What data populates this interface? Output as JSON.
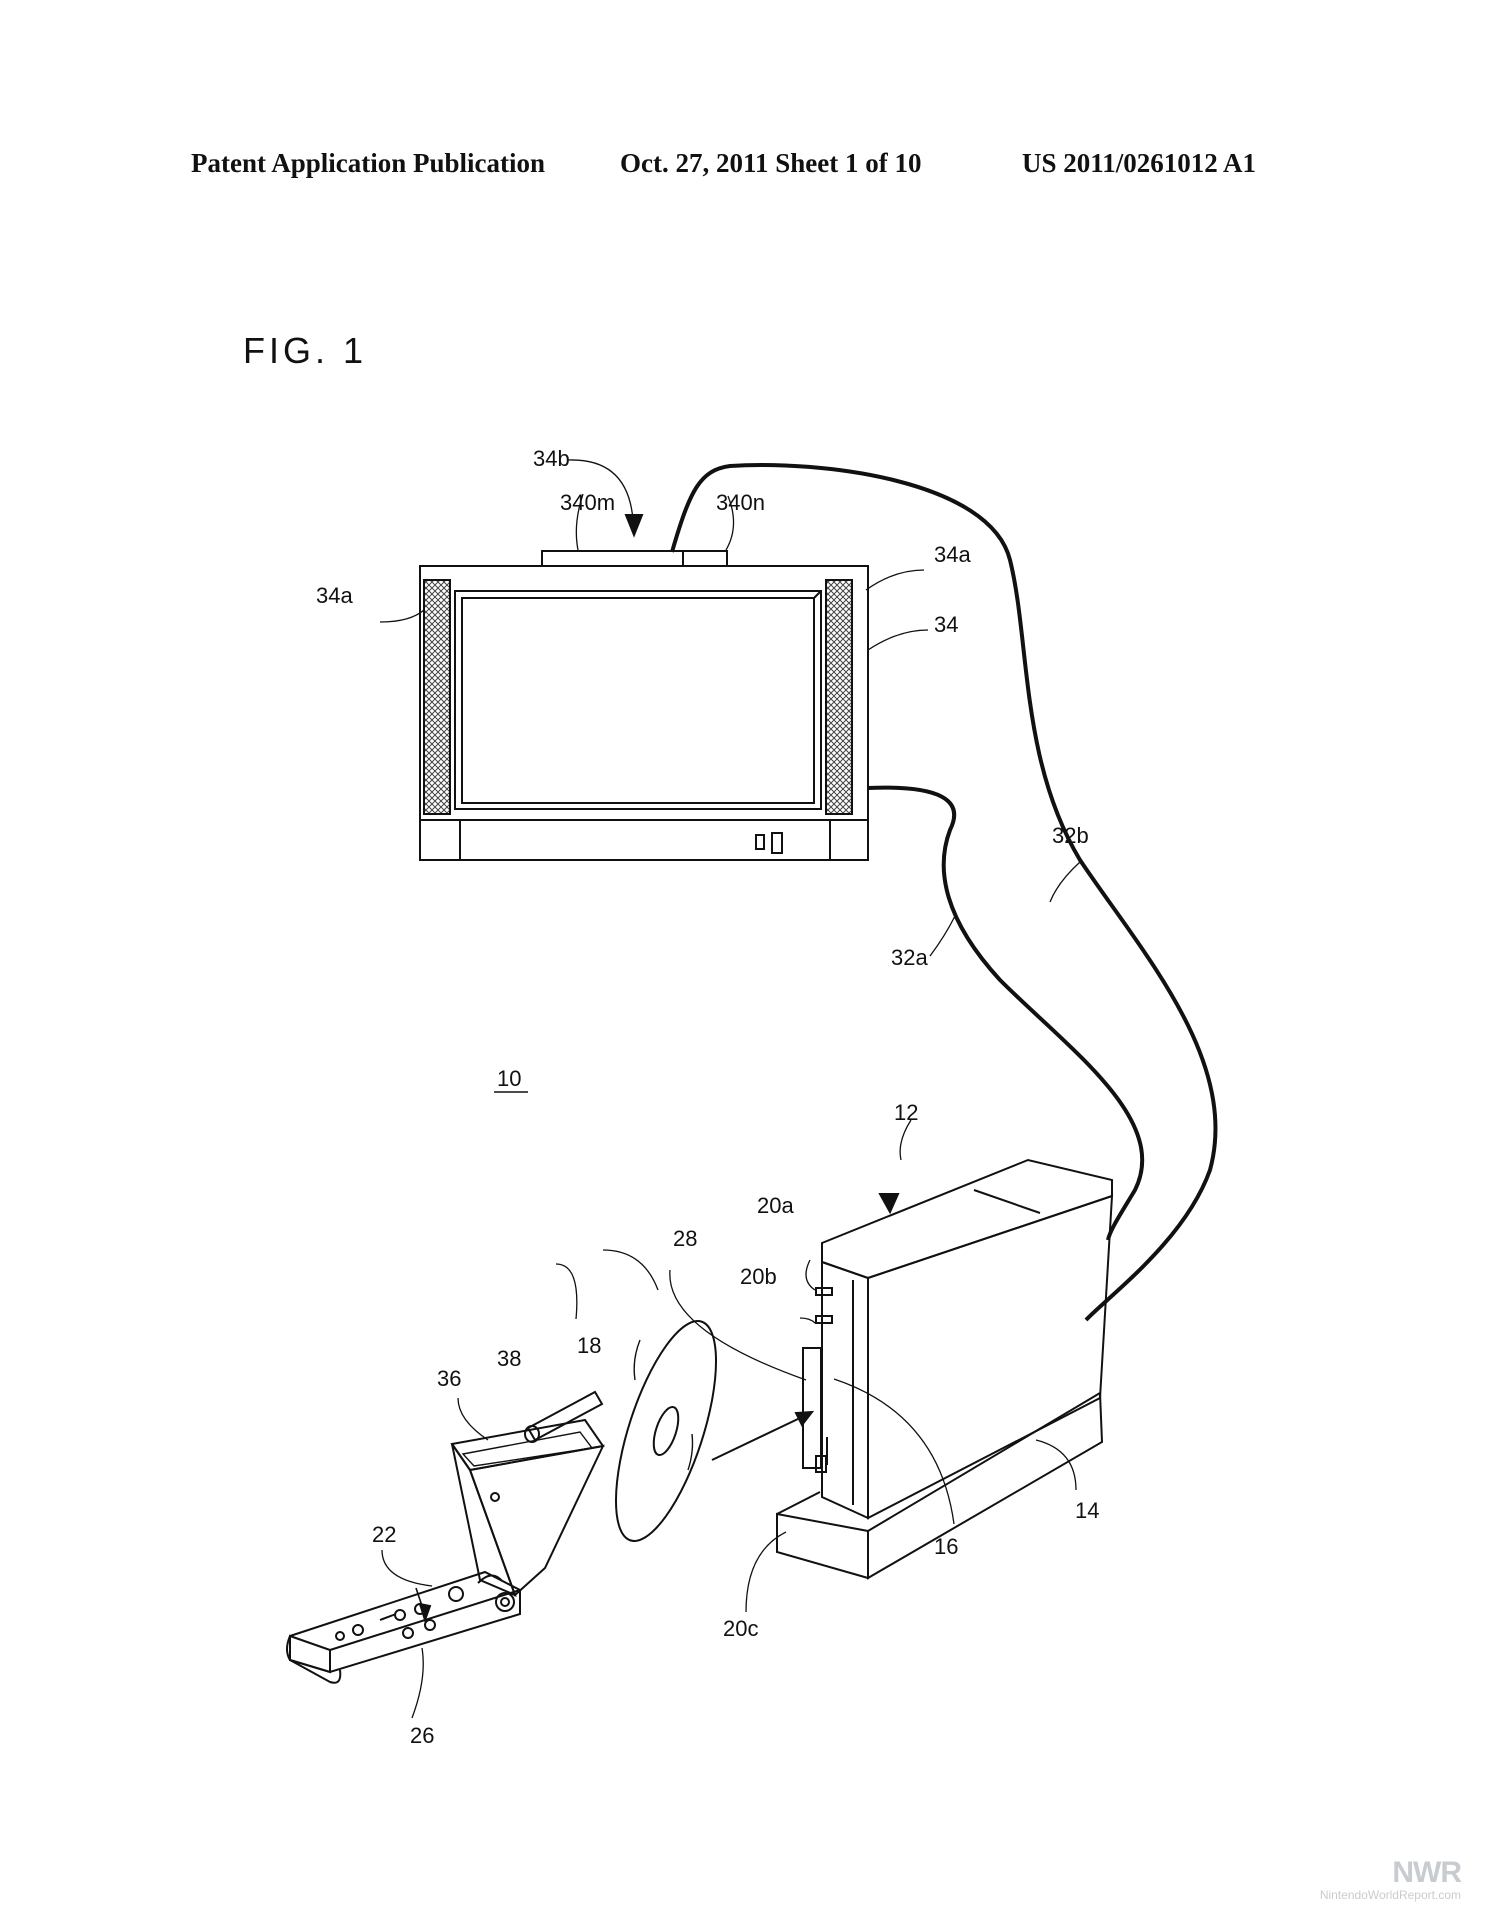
{
  "header": {
    "left": "Patent Application Publication",
    "middle": "Oct. 27, 2011   Sheet 1 of 10",
    "right": "US 2011/0261012 A1"
  },
  "figure": {
    "title": "FIG. 1",
    "labels": {
      "l34b": "34b",
      "l340m": "340m",
      "l340n": "340n",
      "l34a_left": "34a",
      "l34a_right": "34a",
      "l34": "34",
      "l32b": "32b",
      "l32a": "32a",
      "l10": "10",
      "l12": "12",
      "l20a": "20a",
      "l28": "28",
      "l20b": "20b",
      "l18": "18",
      "l38": "38",
      "l36": "36",
      "l14": "14",
      "l22": "22",
      "l16": "16",
      "l20c": "20c",
      "l26": "26"
    }
  },
  "watermark": {
    "logo": "NWR",
    "site": "NintendoWorldReport.com"
  }
}
